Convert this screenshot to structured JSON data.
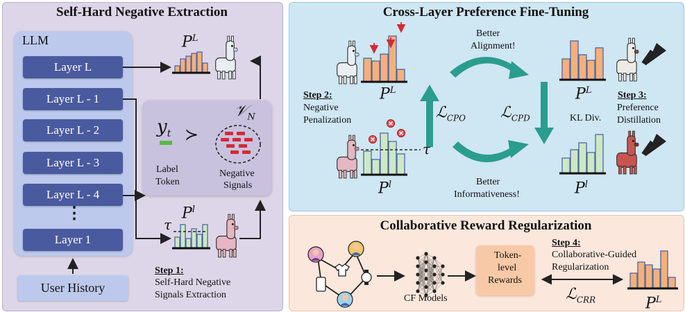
{
  "left_panel": {
    "title": "Self-Hard Negative Extraction",
    "llm_label": "LLM",
    "layers": [
      "Layer L",
      "Layer L - 1",
      "Layer L - 2",
      "Layer L - 3",
      "Layer L - 4",
      "Layer 1"
    ],
    "ellipsis": "⋮",
    "user_history": "User History",
    "label_token": [
      "Label",
      "Token"
    ],
    "negative_signals": [
      "Negative",
      "Signals"
    ],
    "prefers_symbol": "≻",
    "yt": "y",
    "yt_sub": "t",
    "vn": "𝒱",
    "vn_sub": "N",
    "pL_base": "P",
    "pL_sup": "L",
    "pl_sup": "l",
    "tau": "τ",
    "step1_title": "Step 1:",
    "step1_desc": [
      "Self-Hard Negative",
      "Signals Extraction"
    ]
  },
  "right_top": {
    "title": "Cross-Layer Preference Fine-Tuning",
    "better_alignment": [
      "Better",
      "Alignment!"
    ],
    "better_informativeness": [
      "Better",
      "Informativeness!"
    ],
    "lcpo": "ℒ",
    "lcpo_sub": "CPO",
    "lcpd": "ℒ",
    "lcpd_sub": "CPD",
    "kl_div": "KL Div.",
    "step2_title": "Step 2:",
    "step2_desc": [
      "Negative",
      "Penalization"
    ],
    "step3_title": "Step 3:",
    "step3_desc": [
      "Preference",
      "Distillation"
    ],
    "tau": "τ"
  },
  "right_bottom": {
    "title": "Collaborative Reward Regularization",
    "cf_models": "CF Models",
    "token_rewards": [
      "Token-",
      "level",
      "Rewards"
    ],
    "step4_title": "Step 4:",
    "step4_desc": [
      "Collaborative-Guided",
      "Regularization"
    ],
    "lcrr": "ℒ",
    "lcrr_sub": "CRR"
  },
  "colors": {
    "left_bg": "#ddd6e8",
    "llm_bg": "#bcc9ec",
    "layer": "#4a5a9e",
    "top_right_bg": "#cfe6f3",
    "bottom_right_bg": "#fbe7dc",
    "orange_bar": "#f5b07a",
    "green_bar": "#cde8c3",
    "bar_stroke": "#4a67a8",
    "teal_arrow": "#2a9d8f",
    "red": "#d42a35"
  }
}
